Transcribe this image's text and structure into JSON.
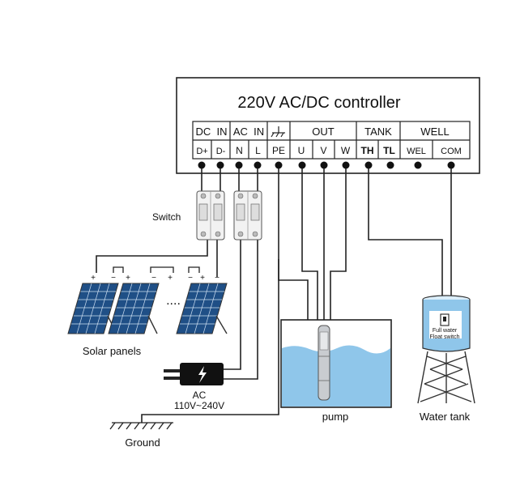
{
  "controller": {
    "title": "220V AC/DC controller",
    "groups": [
      {
        "label": "DC  IN",
        "pins": [
          "D+",
          "D-"
        ]
      },
      {
        "label": "AC  IN",
        "pins": [
          "N",
          "L"
        ]
      },
      {
        "label": "",
        "pins": [
          "PE"
        ],
        "icon": "earth-ground-icon"
      },
      {
        "label": "OUT",
        "pins": [
          "U",
          "V",
          "W"
        ]
      },
      {
        "label": "TANK",
        "pins": [
          "TH",
          "TL"
        ]
      },
      {
        "label": "WELL",
        "pins": [
          "WEL",
          "COM"
        ]
      }
    ]
  },
  "labels": {
    "switch": "Switch",
    "solar_panels": "Solar panels",
    "panel_dots": "....",
    "ac": "AC",
    "ac_range": "110V~240V",
    "ground": "Ground",
    "pump": "pump",
    "water_tank": "Water tank",
    "full_water": "Full water",
    "float_switch": "Float switch",
    "plus": "+",
    "minus": "−"
  },
  "colors": {
    "water": "#8fc6ea",
    "panel": "#1f4f86",
    "tank_fill": "#8fc6ea"
  }
}
